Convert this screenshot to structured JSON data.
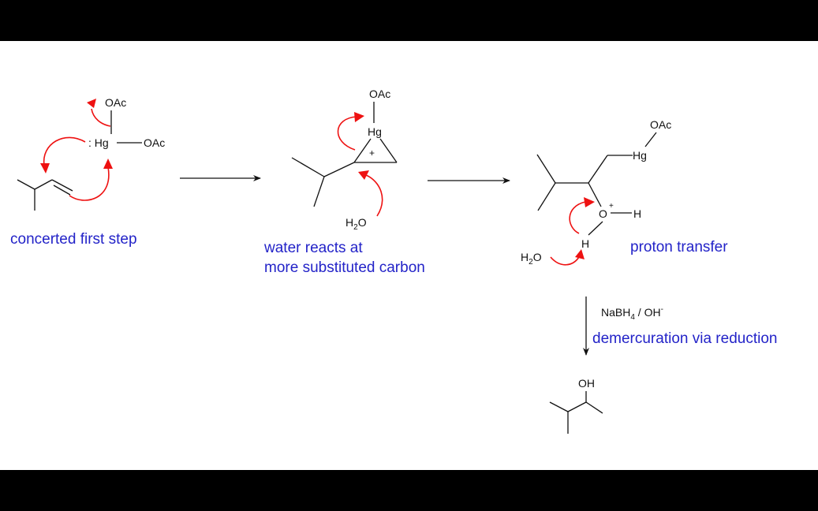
{
  "labels": {
    "step1": "concerted first step",
    "step2_line1": "water reacts at",
    "step2_line2": "more substituted carbon",
    "step3": "proton transfer",
    "step4": "demercuration via reduction"
  },
  "reagent": {
    "text": "NaBH",
    "sub": "4",
    "rest": " / OH",
    "sup": "-"
  },
  "atoms": {
    "oac": "OAc",
    "hg": "Hg",
    "hg_colon": ": Hg",
    "h2o_h": "H",
    "h2o_2": "2",
    "h2o_o": "O",
    "o": "O",
    "h": "H",
    "plus": "+",
    "oh": "OH"
  },
  "colors": {
    "text_blue": "#2323c8",
    "arrow_red": "#e11111",
    "bond_black": "#111111"
  }
}
